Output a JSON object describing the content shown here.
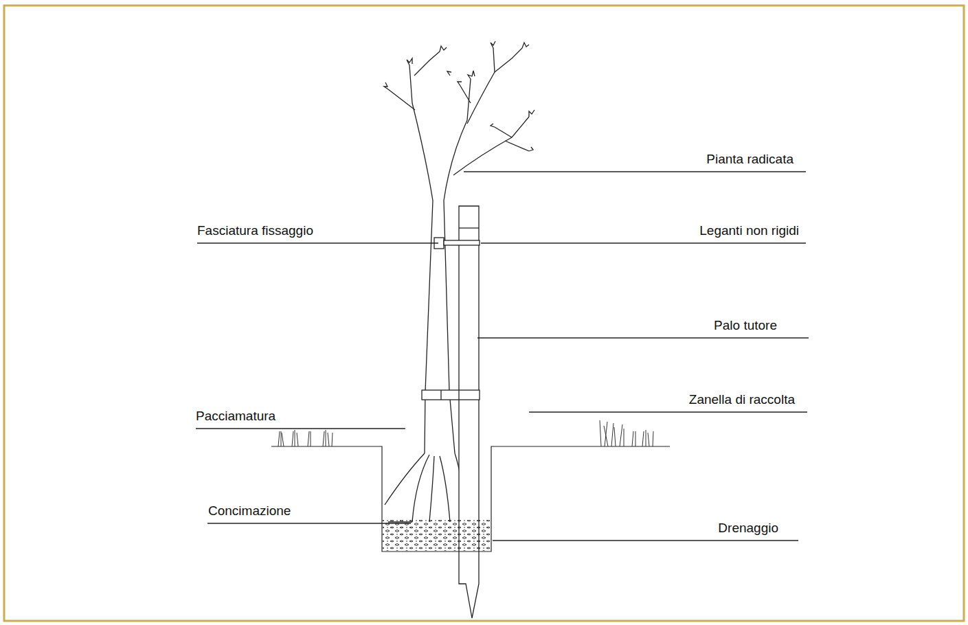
{
  "diagram": {
    "labels": [
      "Pianta radicata",
      "Fasciatura fissaggio",
      "Leganti non rigidi",
      "Palo tutore",
      "Zanella di raccolta",
      "Pacciamatura",
      "Concimazione",
      "Drenaggio"
    ]
  }
}
